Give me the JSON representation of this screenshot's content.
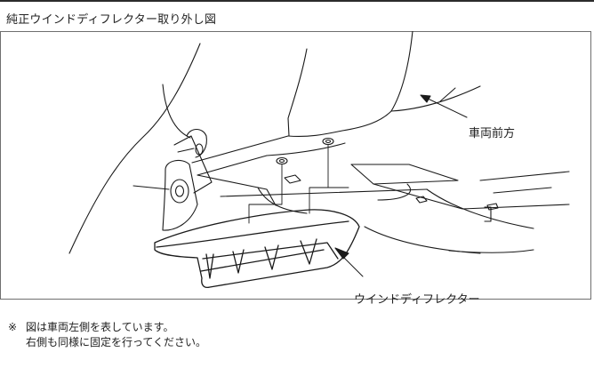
{
  "header": {
    "title": "純正ウインドディフレクター取り外し図"
  },
  "diagram": {
    "labels": {
      "vehicle_front": "車両前方",
      "wind_deflector": "ウインドディフレクター"
    }
  },
  "notes": {
    "mark": "※",
    "line1": "図は車両左側を表しています。",
    "line2": "右側も同様に固定を行ってください。"
  }
}
